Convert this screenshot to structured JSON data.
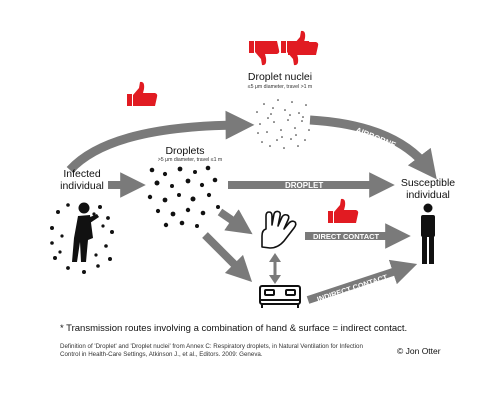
{
  "labels": {
    "infected": "Infected individual",
    "droplets": "Droplets",
    "droplets_sub": ">5 μm diameter, travel ≤1 m",
    "nuclei": "Droplet nuclei",
    "nuclei_sub": "≤5 μm diameter, travel >1 m",
    "susceptible": "Susceptible individual"
  },
  "routes": {
    "airborne": "AIRBORNE",
    "droplet": "DROPLET",
    "direct": "DIRECT CONTACT",
    "indirect": "INDIRECT CONTACT"
  },
  "footnote": "* Transmission routes involving a combination of hand & surface = indirect contact.",
  "source": "Definition of 'Droplet' and 'Droplet nuclei' from Annex C: Respiratory droplets, in Natural Ventilation for Infection Control in Health-Care Settings, Atkinson J., et al., Editors. 2009: Geneva.",
  "credit": "© Jon Otter",
  "colors": {
    "thumb": "#e11b22",
    "arrow": "#7a7a7a",
    "figure": "#111111"
  }
}
